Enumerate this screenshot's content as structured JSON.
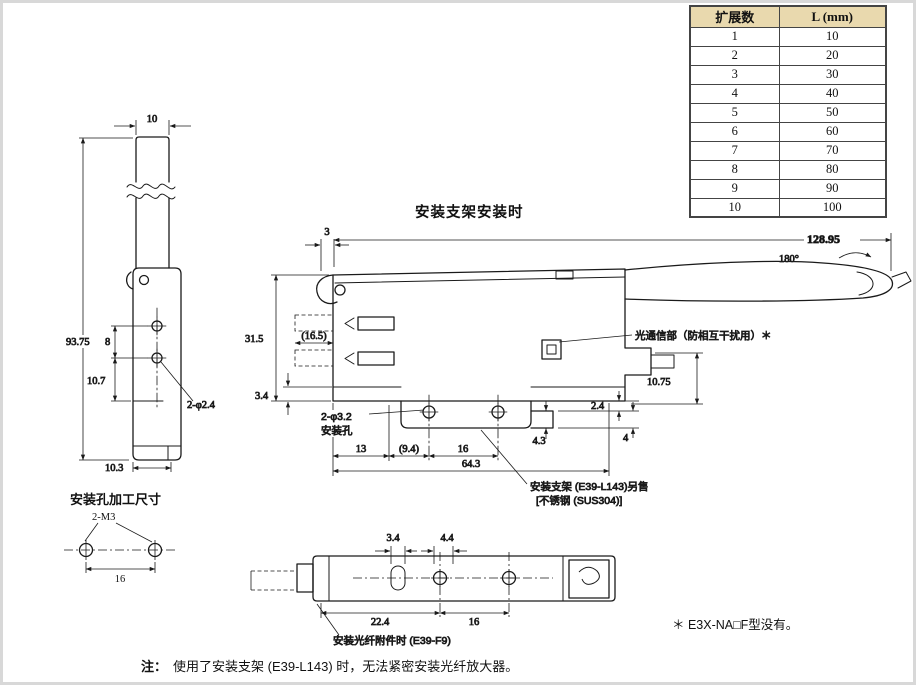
{
  "colors": {
    "line": "#1a1a1a",
    "table_header_bg": "#e9d9ae",
    "frame": "#d8d8d8"
  },
  "table": {
    "col1": "扩展数",
    "col2": "L (mm)",
    "rows": [
      [
        "1",
        "10"
      ],
      [
        "2",
        "20"
      ],
      [
        "3",
        "30"
      ],
      [
        "4",
        "40"
      ],
      [
        "5",
        "50"
      ],
      [
        "6",
        "60"
      ],
      [
        "7",
        "70"
      ],
      [
        "8",
        "80"
      ],
      [
        "9",
        "90"
      ],
      [
        "10",
        "100"
      ]
    ]
  },
  "main_title": "安装支架安装时",
  "left_view": {
    "w10": "10",
    "h9375": "93.75",
    "d8": "8",
    "d107": "10.7",
    "holes": "2-φ2.4",
    "d103": "10.3"
  },
  "main_view": {
    "d3": "3",
    "d12895": "128.95",
    "deg": "180°",
    "d315": "31.5",
    "d165": "(16.5)",
    "d34": "3.4",
    "d1075": "10.75",
    "d24": "2.4",
    "d4": "4",
    "d43": "4.3",
    "d13": "13",
    "d94": "(9.4)",
    "d16": "16",
    "d643": "64.3",
    "hole_line1": "2-φ3.2",
    "hole_line2": "安装孔",
    "optical": "光通信部（防相互干扰用）＊",
    "bracket1": "安装支架 (E39-L143)另售",
    "bracket2": "[不锈钢 (SUS304)]"
  },
  "hole_section": {
    "title": "安装孔加工尺寸",
    "label": "2-M3",
    "d16": "16"
  },
  "bottom_view": {
    "d34": "3.4",
    "d44": "4.4",
    "d224": "22.4",
    "d16": "16",
    "label": "安装光纤附件时 (E39-F9)"
  },
  "footnote": "＊ E3X-NA□F型没有。",
  "note": {
    "label": "注：",
    "text": "使用了安装支架 (E39-L143) 时，无法紧密安装光纤放大器。"
  }
}
